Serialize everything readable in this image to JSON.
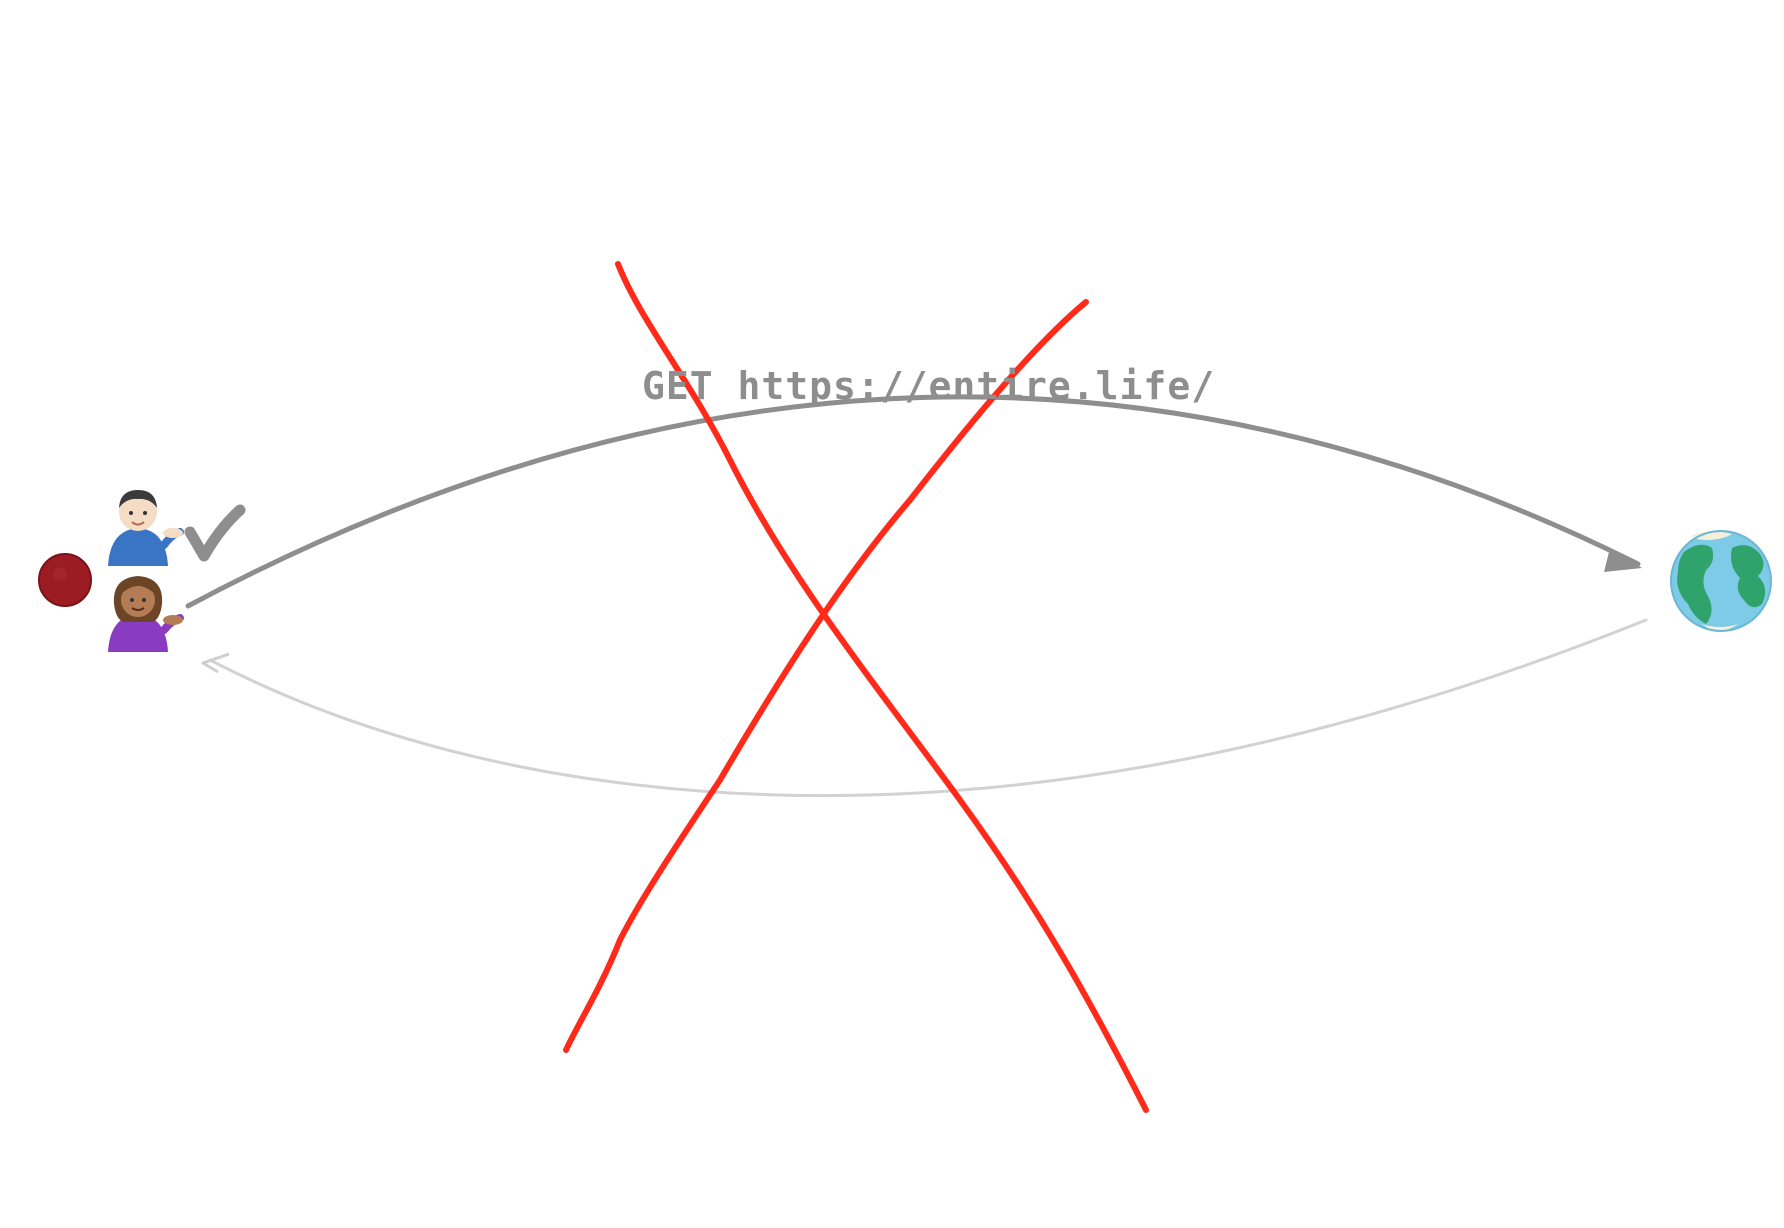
{
  "request": {
    "text": "GET https://entire.life/"
  },
  "nodes": {
    "record_dot": {
      "icon": "red-record-dot-icon",
      "color": "#9b1c22"
    },
    "man_tipping_hand": {
      "icon": "man-tipping-hand-icon",
      "shirt_color": "#3a74c4"
    },
    "woman_tipping_hand": {
      "icon": "woman-tipping-hand-icon",
      "shirt_color": "#8a3cc0"
    },
    "check_mark": {
      "icon": "check-mark-icon",
      "color": "#8e8e8e"
    },
    "globe": {
      "icon": "globe-earth-icon",
      "ocean_color": "#7ecbe8",
      "land_color": "#2fa36b"
    }
  },
  "arrows": {
    "request_arrow": {
      "direction": "to-globe",
      "color": "#8e8e8e"
    },
    "response_arrow": {
      "direction": "to-people",
      "color": "#cfcfcf"
    }
  },
  "cross_out": {
    "color": "#ff2a1a"
  }
}
